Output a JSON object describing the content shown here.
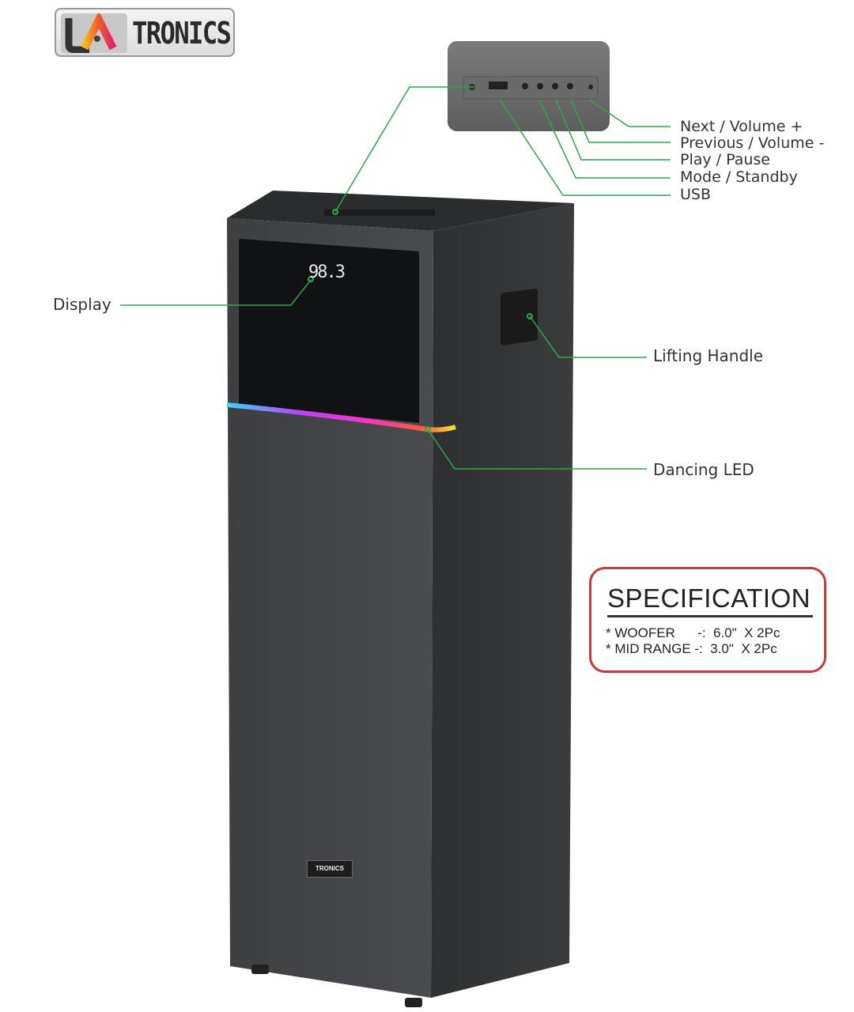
{
  "brand": {
    "logo_text": "TRONICS",
    "badge_text": "TRONICS"
  },
  "display_readout": "98.3",
  "callouts": {
    "next": "Next / Volume +",
    "previous": "Previous / Volume -",
    "play": "Play / Pause",
    "mode": "Mode / Standby",
    "usb": "USB",
    "display": "Display",
    "handle": "Lifting Handle",
    "led": "Dancing LED"
  },
  "specification": {
    "title": "SPECIFICATION",
    "rows": [
      {
        "text": "* WOOFER      -:  6.0\"  X 2Pc"
      },
      {
        "text": "* MID RANGE -:  3.0\"  X 2Pc"
      }
    ]
  },
  "colors": {
    "callout_line": "#2aa84a",
    "spec_border": "#c83a3a",
    "body": "#3a3b3d"
  }
}
